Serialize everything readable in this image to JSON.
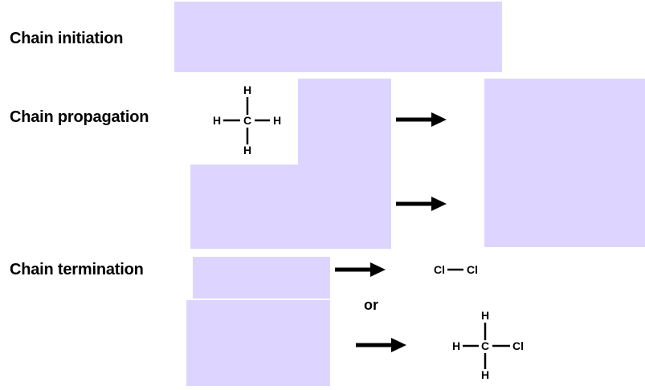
{
  "colors": {
    "box_fill": "#ddd5ff",
    "ink": "#000000"
  },
  "stages": {
    "initiation": "Chain initiation",
    "propagation": "Chain propagation",
    "termination": "Chain termination"
  },
  "connector": "or",
  "molecules": {
    "methane": {
      "center": "C",
      "top": "H",
      "left": "H",
      "right": "H",
      "bottom": "H"
    },
    "chlorine": {
      "left": "Cl",
      "right": "Cl"
    },
    "chloromethane": {
      "center": "C",
      "top": "H",
      "left": "H",
      "right": "Cl",
      "bottom": "H"
    }
  }
}
